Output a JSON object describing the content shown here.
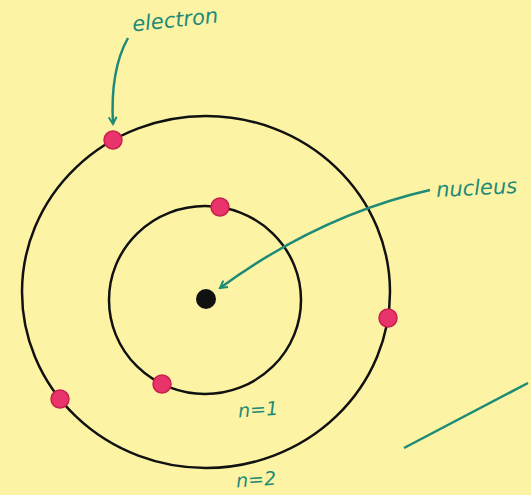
{
  "diagram": {
    "labels": [
      "electron",
      "nucleus",
      "n=1",
      "n=2"
    ]
  }
}
